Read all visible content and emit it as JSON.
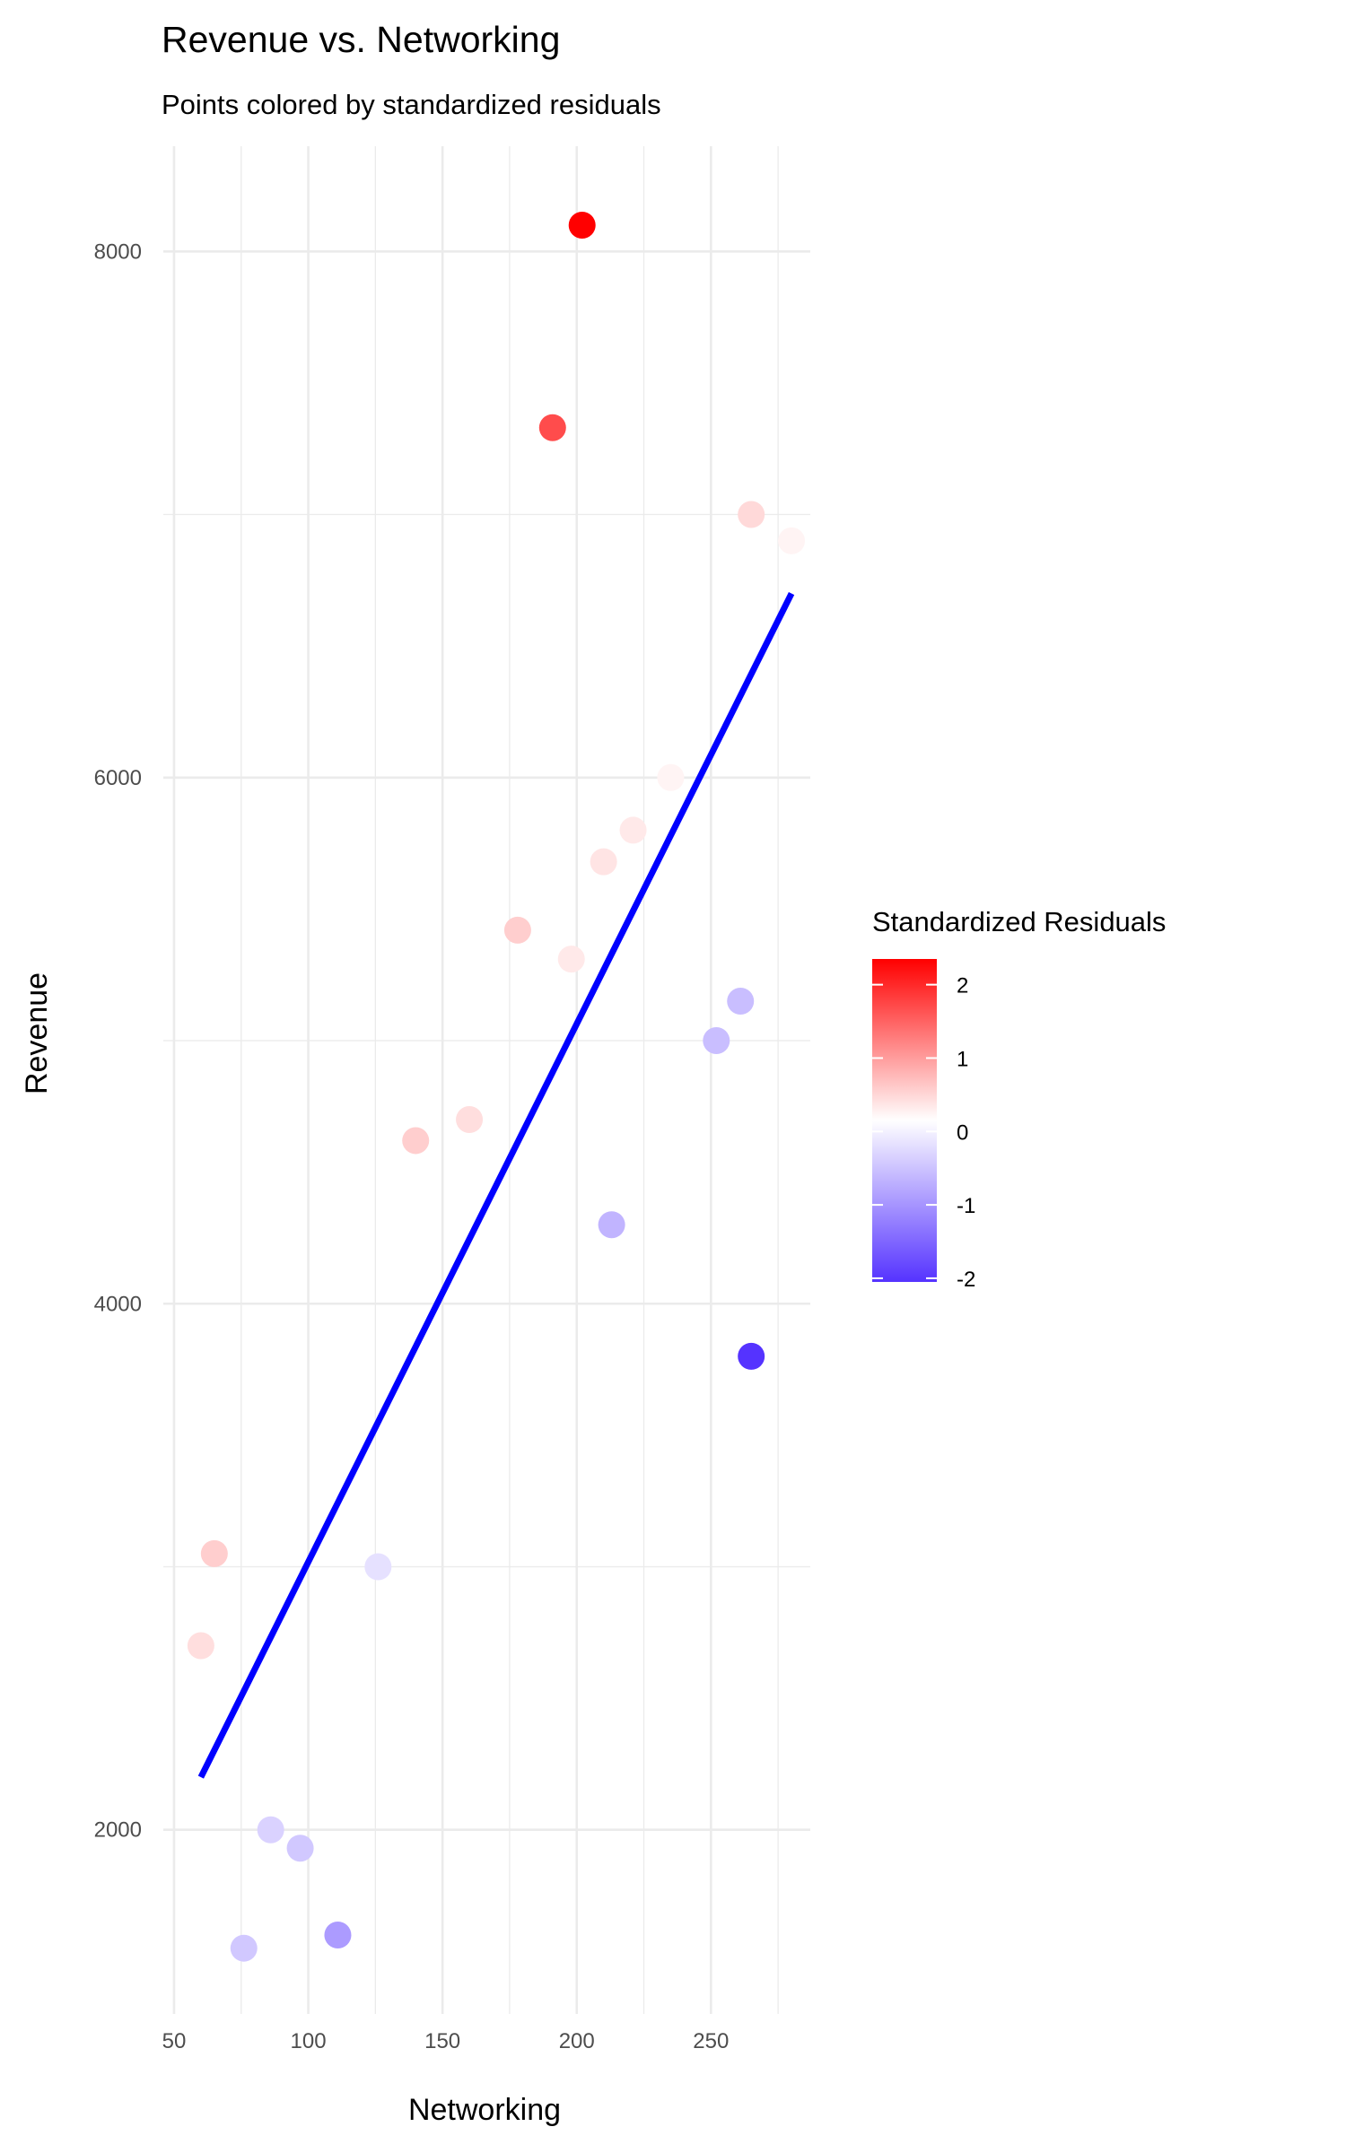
{
  "chart_data": {
    "type": "scatter",
    "title": "Revenue vs. Networking",
    "subtitle": "Points colored by standardized residuals",
    "xlabel": "Networking",
    "ylabel": "Revenue",
    "xlim": [
      46,
      287
    ],
    "ylim": [
      1300,
      8400
    ],
    "x_ticks": [
      50,
      100,
      150,
      200,
      250
    ],
    "y_ticks": [
      2000,
      4000,
      6000,
      8000
    ],
    "grid": true,
    "legend": {
      "title": "Standardized Residuals",
      "position": "right",
      "range": [
        -2.05,
        2.35
      ],
      "breaks": [
        2,
        1,
        0,
        -1,
        -2
      ],
      "labels": [
        "2",
        "1",
        "0",
        "-1",
        "-2"
      ],
      "low_color": "#5533ff",
      "mid_color": "#ffffff",
      "high_color": "#ff0000"
    },
    "regression_line": {
      "color": "#0000ff",
      "x": [
        60,
        280
      ],
      "y": [
        2200,
        6700
      ]
    },
    "points": [
      {
        "x": 202,
        "y": 8100,
        "residual": 2.35
      },
      {
        "x": 191,
        "y": 7330,
        "residual": 1.65
      },
      {
        "x": 265,
        "y": 7000,
        "residual": 0.35
      },
      {
        "x": 280,
        "y": 6900,
        "residual": 0.1
      },
      {
        "x": 235,
        "y": 6000,
        "residual": 0.1
      },
      {
        "x": 221,
        "y": 5800,
        "residual": 0.2
      },
      {
        "x": 210,
        "y": 5680,
        "residual": 0.25
      },
      {
        "x": 178,
        "y": 5420,
        "residual": 0.45
      },
      {
        "x": 198,
        "y": 5310,
        "residual": 0.2
      },
      {
        "x": 261,
        "y": 5150,
        "residual": -0.65
      },
      {
        "x": 252,
        "y": 5000,
        "residual": -0.65
      },
      {
        "x": 160,
        "y": 4700,
        "residual": 0.3
      },
      {
        "x": 140,
        "y": 4620,
        "residual": 0.45
      },
      {
        "x": 213,
        "y": 4300,
        "residual": -0.75
      },
      {
        "x": 265,
        "y": 3800,
        "residual": -2.05
      },
      {
        "x": 65,
        "y": 3050,
        "residual": 0.45
      },
      {
        "x": 126,
        "y": 3000,
        "residual": -0.3
      },
      {
        "x": 60,
        "y": 2700,
        "residual": 0.3
      },
      {
        "x": 86,
        "y": 2000,
        "residual": -0.45
      },
      {
        "x": 97,
        "y": 1930,
        "residual": -0.55
      },
      {
        "x": 76,
        "y": 1550,
        "residual": -0.55
      },
      {
        "x": 111,
        "y": 1600,
        "residual": -1.0
      }
    ]
  }
}
